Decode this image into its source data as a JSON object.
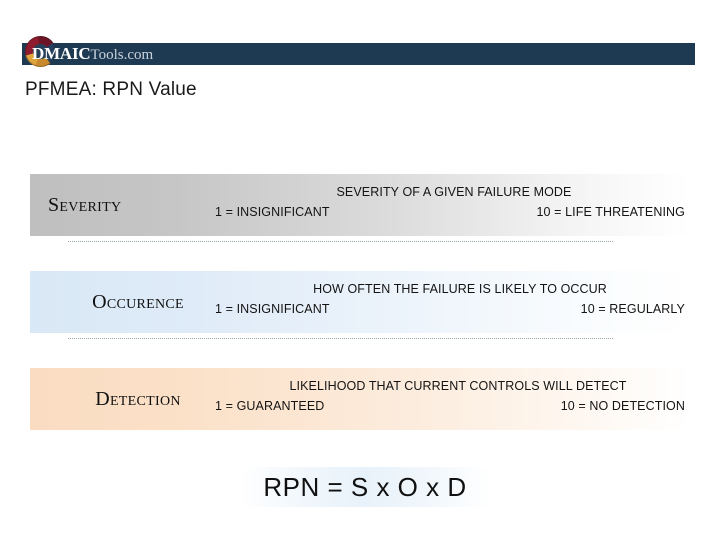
{
  "brand": {
    "logo_icon": "dmaic-circle-logo-icon",
    "name_bold": "DMAIC",
    "name_light": "Tools.com",
    "bar_color": "#1e3a52"
  },
  "slide": {
    "title": "PFMEA:  RPN Value"
  },
  "rows": [
    {
      "key": "severity",
      "label": "Severity",
      "description": "SEVERITY OF A GIVEN FAILURE MODE",
      "scale_low": "1 = INSIGNIFICANT",
      "scale_high": "10 = LIFE THREATENING",
      "band_color": "#bfbfbf"
    },
    {
      "key": "occurence",
      "label": "Occurence",
      "description": "HOW OFTEN THE FAILURE IS LIKELY TO OCCUR",
      "scale_low": "1 = INSIGNIFICANT",
      "scale_high": "10 = REGULARLY",
      "band_color": "#d9e8f6"
    },
    {
      "key": "detection",
      "label": "Detection",
      "description": "LIKELIHOOD THAT CURRENT CONTROLS WILL DETECT",
      "scale_low": "1 = GUARANTEED",
      "scale_high": "10 = NO DETECTION",
      "band_color": "#fadcc1"
    }
  ],
  "formula": {
    "text": "RPN = S x O x D"
  }
}
